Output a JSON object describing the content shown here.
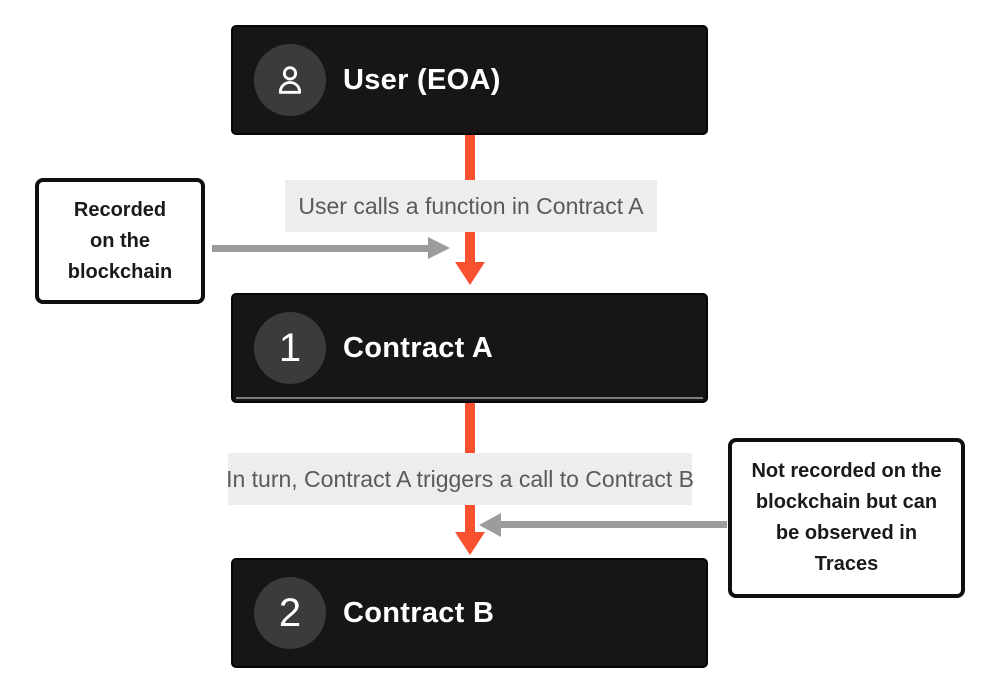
{
  "diagram": {
    "nodes": [
      {
        "id": "user",
        "label": "User (EOA)",
        "icon": "user-icon"
      },
      {
        "id": "contract-a",
        "label": "Contract A",
        "badge": "1"
      },
      {
        "id": "contract-b",
        "label": "Contract B",
        "badge": "2"
      }
    ],
    "edges": [
      {
        "from": "user",
        "to": "contract-a",
        "label": "User calls a function in Contract A"
      },
      {
        "from": "contract-a",
        "to": "contract-b",
        "label": "In turn, Contract A triggers a call to Contract B"
      }
    ],
    "notes": {
      "left": {
        "lines": [
          "Recorded",
          "on the",
          "blockchain"
        ]
      },
      "right": {
        "lines": [
          "Not recorded on the",
          "blockchain but can",
          "be observed in",
          "Traces"
        ]
      }
    },
    "colors": {
      "accent_arrow": "#f75130",
      "gray_arrow": "#9c9c9c",
      "node_background": "#161616",
      "badge_background": "#3b3b3b",
      "edge_label_background": "#ededed",
      "edge_label_text": "#5a5a5a",
      "note_border": "#0f0f0f",
      "page_background": "#ffffff"
    }
  }
}
